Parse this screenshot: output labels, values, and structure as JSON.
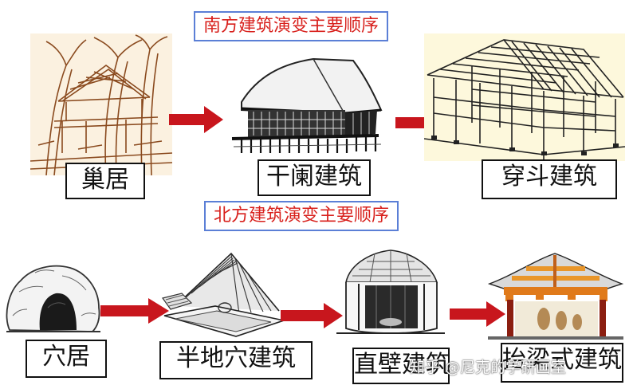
{
  "south": {
    "title": "南方建筑演变主要顺序",
    "stages": [
      {
        "label": "巢居",
        "icon": "tree-nest-dwelling-icon"
      },
      {
        "label": "干阑建筑",
        "icon": "stilt-house-icon"
      },
      {
        "label": "穿斗建筑",
        "icon": "chuandou-frame-icon"
      }
    ]
  },
  "north": {
    "title": "北方建筑演变主要顺序",
    "stages": [
      {
        "label": "穴居",
        "icon": "cave-dwelling-icon"
      },
      {
        "label": "半地穴建筑",
        "icon": "semi-pit-dwelling-icon"
      },
      {
        "label": "直壁建筑",
        "icon": "straight-wall-hut-icon"
      },
      {
        "label": "抬梁式建筑",
        "icon": "tailiang-frame-icon"
      }
    ]
  },
  "colors": {
    "title_text": "#d8201c",
    "title_border": "#5b7fd6",
    "arrow": "#c8161d",
    "label_border": "#111111"
  },
  "watermark": "知乎 @尼克的学研画室"
}
